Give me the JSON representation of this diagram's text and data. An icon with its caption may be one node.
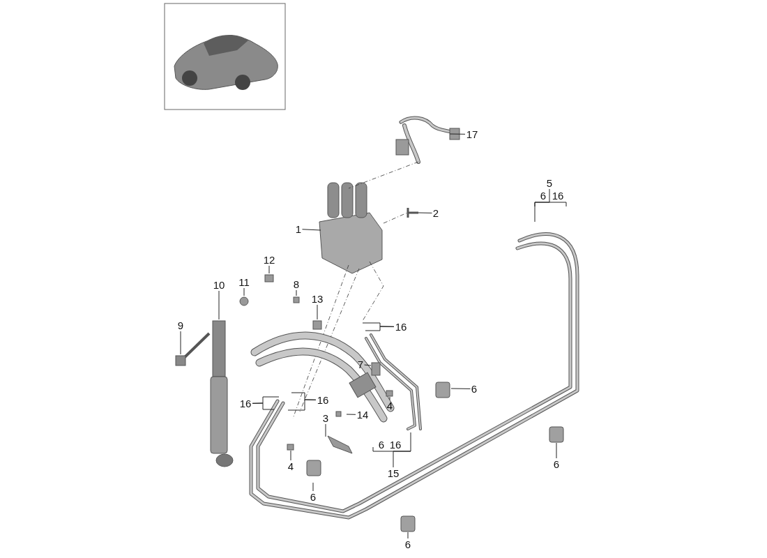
{
  "diagram": {
    "nodes": [
      {
        "text": [
          "17"
        ]
      },
      {
        "text": [
          "5"
        ]
      },
      {
        "text": [
          "2"
        ]
      },
      {
        "text": [
          "1"
        ]
      },
      {
        "text": [
          "12"
        ]
      },
      {
        "text": [
          "11"
        ]
      },
      {
        "text": [
          "10"
        ]
      },
      {
        "text": [
          "8"
        ]
      },
      {
        "text": [
          "13"
        ]
      },
      {
        "text": [
          "9"
        ]
      },
      {
        "text": [
          "16"
        ]
      },
      {
        "text": [
          "7"
        ]
      },
      {
        "text": [
          "6"
        ]
      },
      {
        "text": [
          "16"
        ]
      },
      {
        "text": [
          "16"
        ]
      },
      {
        "text": [
          "4"
        ]
      },
      {
        "text": [
          "14"
        ]
      },
      {
        "text": [
          "3"
        ]
      },
      {
        "text": [
          "15"
        ]
      },
      {
        "text": [
          "4"
        ]
      },
      {
        "text": [
          "6"
        ]
      },
      {
        "text": [
          "6"
        ]
      },
      {
        "text": [
          "6"
        ]
      }
    ],
    "edges": [
      {
        "from": 0,
        "to": null,
        "arrow": "none"
      },
      {
        "from": 1,
        "to": null,
        "arrow": "none"
      },
      {
        "from": 2,
        "to": null,
        "arrow": "none"
      },
      {
        "from": 3,
        "to": null,
        "arrow": "none"
      },
      {
        "from": 4,
        "to": null,
        "arrow": "none"
      },
      {
        "from": 5,
        "to": null,
        "arrow": "none"
      },
      {
        "from": 6,
        "to": null,
        "arrow": "none"
      },
      {
        "from": 7,
        "to": null,
        "arrow": "none"
      },
      {
        "from": 8,
        "to": null,
        "arrow": "none"
      },
      {
        "from": 9,
        "to": null,
        "arrow": "none"
      },
      {
        "from": 10,
        "to": null,
        "arrow": "none"
      },
      {
        "from": 10,
        "to": null,
        "arrow": "none"
      },
      {
        "from": 11,
        "to": null,
        "arrow": "none"
      },
      {
        "from": 12,
        "to": null,
        "arrow": "none"
      },
      {
        "from": 13,
        "to": null,
        "arrow": "none"
      },
      {
        "from": 13,
        "to": null,
        "arrow": "none"
      },
      {
        "from": 14,
        "to": null,
        "arrow": "none"
      },
      {
        "from": 14,
        "to": null,
        "arrow": "none"
      },
      {
        "from": 15,
        "to": null,
        "arrow": "none"
      },
      {
        "from": 16,
        "to": null,
        "arrow": "none"
      },
      {
        "from": 17,
        "to": null,
        "arrow": "none"
      },
      {
        "from": 18,
        "to": null,
        "arrow": "none"
      },
      {
        "from": 19,
        "to": null,
        "arrow": "none"
      },
      {
        "from": 20,
        "to": null,
        "arrow": "none"
      },
      {
        "from": 21,
        "to": null,
        "arrow": "none"
      },
      {
        "from": 22,
        "to": null,
        "arrow": "none"
      }
    ],
    "labels": [
      "6",
      "16",
      "6",
      "16"
    ]
  }
}
